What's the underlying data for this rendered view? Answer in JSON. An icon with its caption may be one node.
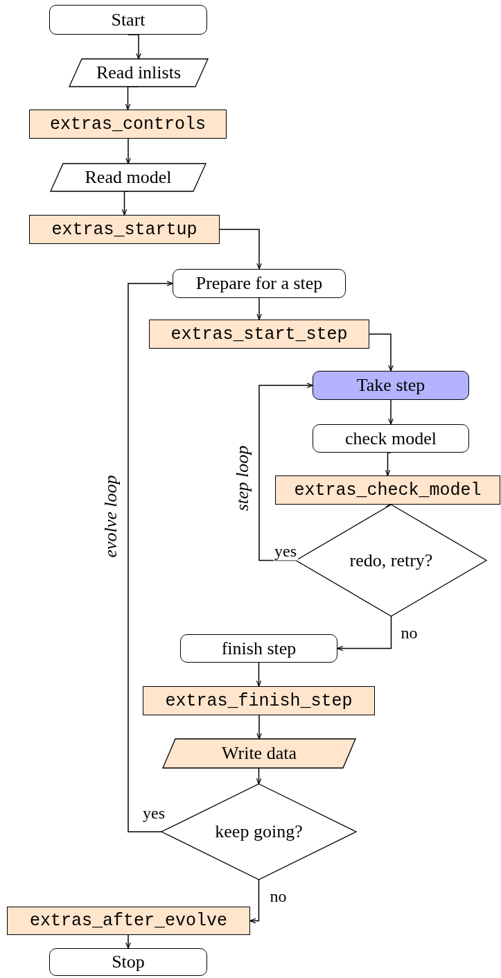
{
  "diagram": {
    "nodes": [
      {
        "text": [
          "Start"
        ]
      },
      {
        "text": [
          "Read inlists"
        ]
      },
      {
        "text": [
          "extras_controls"
        ]
      },
      {
        "text": [
          "Read model"
        ]
      },
      {
        "text": [
          "extras_startup"
        ]
      },
      {
        "text": [
          "Prepare for a step"
        ]
      },
      {
        "text": [
          "extras_start_step"
        ]
      },
      {
        "text": [
          "Take step"
        ]
      },
      {
        "text": [
          "check model"
        ]
      },
      {
        "text": [
          "extras_check_model"
        ]
      },
      {
        "text": [
          "redo, retry?"
        ]
      },
      {
        "text": [
          "finish step"
        ]
      },
      {
        "text": [
          "extras_finish_step"
        ]
      },
      {
        "text": [
          "Write data"
        ]
      },
      {
        "text": [
          "keep going?"
        ]
      },
      {
        "text": [
          "extras_after_evolve"
        ]
      },
      {
        "text": [
          "Stop"
        ]
      }
    ],
    "edges": [
      {
        "from": 0,
        "to": 1,
        "arrow": "to"
      },
      {
        "from": 1,
        "to": 2,
        "arrow": "to"
      },
      {
        "from": 2,
        "to": 3,
        "arrow": "to"
      },
      {
        "from": 3,
        "to": 4,
        "arrow": "to"
      },
      {
        "from": 4,
        "to": 5,
        "arrow": "to"
      },
      {
        "from": 5,
        "to": 6,
        "arrow": "to"
      },
      {
        "from": 6,
        "to": 7,
        "arrow": "to"
      },
      {
        "from": 7,
        "to": 8,
        "arrow": "to"
      },
      {
        "from": 8,
        "to": 9,
        "arrow": "to"
      },
      {
        "from": 9,
        "to": 10,
        "arrow": "to"
      },
      {
        "from": 10,
        "to": 7,
        "arrow": "to",
        "label": "yes"
      },
      {
        "from": 10,
        "to": 11,
        "arrow": "to",
        "label": "no"
      },
      {
        "from": 11,
        "to": 12,
        "arrow": "to"
      },
      {
        "from": 12,
        "to": 13,
        "arrow": "to"
      },
      {
        "from": 13,
        "to": 14,
        "arrow": "to"
      },
      {
        "from": 14,
        "to": 5,
        "arrow": "to",
        "label": "yes"
      },
      {
        "from": 14,
        "to": 15,
        "arrow": "to",
        "label": "no"
      },
      {
        "from": 15,
        "to": 16,
        "arrow": "to"
      }
    ],
    "labels": [
      "step loop",
      "evolve loop"
    ]
  }
}
